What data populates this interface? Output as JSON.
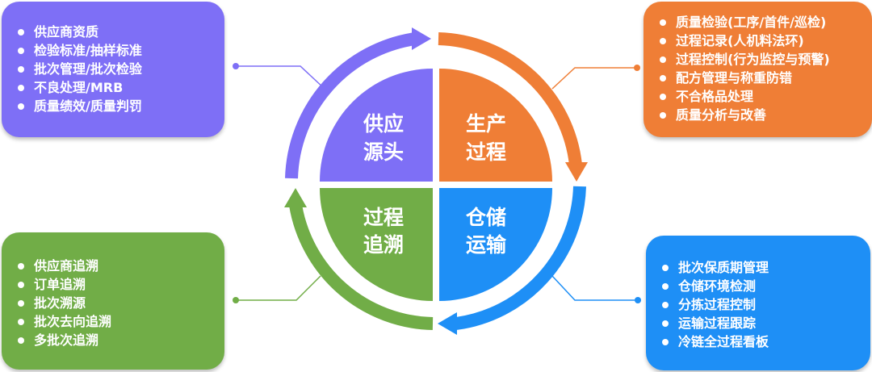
{
  "colors": {
    "purple": "#7e6ff6",
    "orange": "#ef7e36",
    "green": "#71ad47",
    "blue": "#1e8ff6"
  },
  "quadrants": {
    "supply": {
      "line1": "供应",
      "line2": "源头"
    },
    "production": {
      "line1": "生产",
      "line2": "过程"
    },
    "storage": {
      "line1": "仓储",
      "line2": "运输"
    },
    "trace": {
      "line1": "过程",
      "line2": "追溯"
    }
  },
  "panels": {
    "supply": {
      "items": [
        "供应商资质",
        "检验标准/抽样标准",
        "批次管理/批次检验",
        "不良处理/MRB",
        "质量绩效/质量判罚"
      ]
    },
    "production": {
      "items": [
        "质量检验(工序/首件/巡检)",
        "过程记录(人机料法环)",
        "过程控制(行为监控与预警)",
        "配方管理与称重防错",
        "不合格品处理",
        "质量分析与改善"
      ]
    },
    "trace": {
      "items": [
        "供应商追溯",
        "订单追溯",
        "批次溯源",
        "批次去向追溯",
        "多批次追溯"
      ]
    },
    "storage": {
      "items": [
        "批次保质期管理",
        "仓储环境检测",
        "分拣过程控制",
        "运输过程跟踪",
        "冷链全过程看板"
      ]
    }
  }
}
